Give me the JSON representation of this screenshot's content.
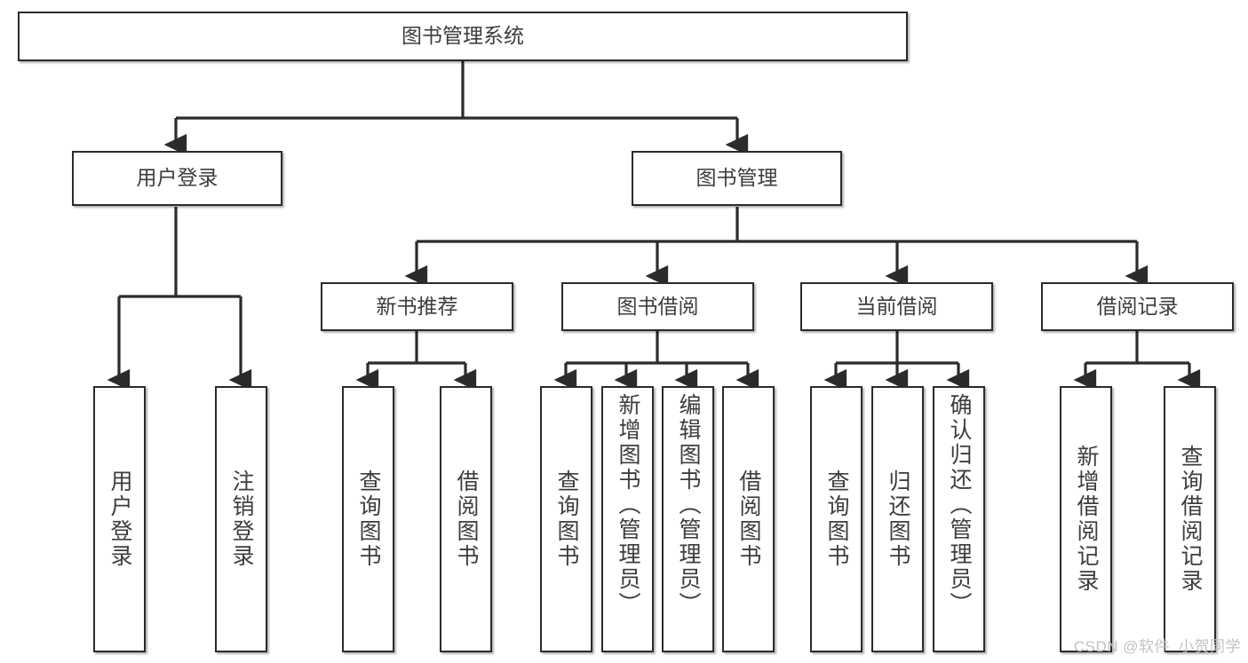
{
  "diagram": {
    "title": "图书管理系统",
    "type": "tree",
    "watermark": "CSDN @软件_小贺同学",
    "colors": {
      "box_border": "#2b2b2b",
      "box_fill": "#ffffff",
      "text": "#3d3d3d",
      "connector": "#2b2b2b",
      "watermark": "#c2c2c2"
    },
    "levels": {
      "root": {
        "label": "图书管理系统"
      },
      "level2": [
        {
          "id": "user-login",
          "label": "用户登录"
        },
        {
          "id": "book-management",
          "label": "图书管理"
        }
      ],
      "level3": [
        {
          "id": "new-book-recommend",
          "label": "新书推荐",
          "parent": "book-management"
        },
        {
          "id": "book-borrow",
          "label": "图书借阅",
          "parent": "book-management"
        },
        {
          "id": "current-borrow",
          "label": "当前借阅",
          "parent": "book-management"
        },
        {
          "id": "borrow-record",
          "label": "借阅记录",
          "parent": "book-management"
        }
      ],
      "leaves": [
        {
          "id": "leaf-user-login",
          "label": "用户登录",
          "parent": "user-login"
        },
        {
          "id": "leaf-logout-login",
          "label": "注销登录",
          "parent": "user-login"
        },
        {
          "id": "leaf-query-book-1",
          "label": "查询图书",
          "parent": "new-book-recommend"
        },
        {
          "id": "leaf-borrow-book-1",
          "label": "借阅图书",
          "parent": "new-book-recommend"
        },
        {
          "id": "leaf-query-book-2",
          "label": "查询图书",
          "parent": "book-borrow"
        },
        {
          "id": "leaf-add-book-admin",
          "label": "新增图书（管理员）",
          "parent": "book-borrow"
        },
        {
          "id": "leaf-edit-book-admin",
          "label": "编辑图书（管理员）",
          "parent": "book-borrow"
        },
        {
          "id": "leaf-borrow-book-2",
          "label": "借阅图书",
          "parent": "book-borrow"
        },
        {
          "id": "leaf-query-book-3",
          "label": "查询图书",
          "parent": "current-borrow"
        },
        {
          "id": "leaf-return-book",
          "label": "归还图书",
          "parent": "current-borrow"
        },
        {
          "id": "leaf-confirm-return-admin",
          "label": "确认归还（管理员）",
          "parent": "current-borrow"
        },
        {
          "id": "leaf-add-borrow-record",
          "label": "新增借阅记录",
          "parent": "borrow-record"
        },
        {
          "id": "leaf-query-borrow-record",
          "label": "查询借阅记录",
          "parent": "borrow-record"
        }
      ]
    }
  }
}
